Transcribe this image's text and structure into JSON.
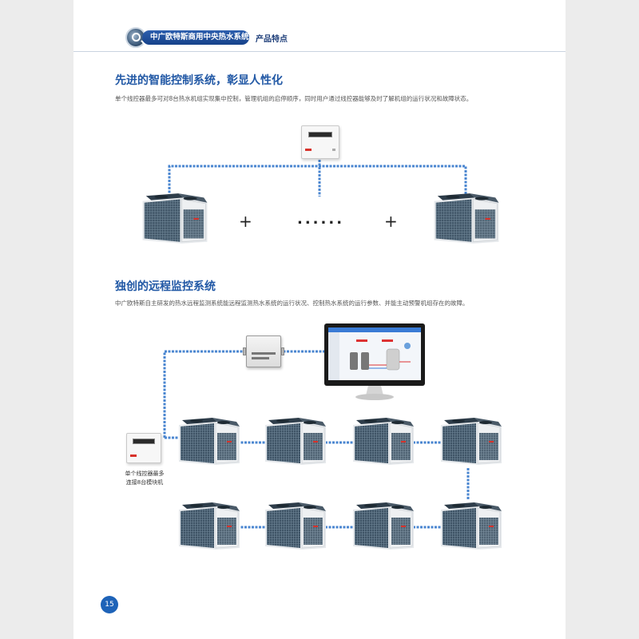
{
  "header": {
    "series_title": "中广欧特斯商用中央热水系统",
    "section_tag": "产品特点"
  },
  "section1": {
    "title": "先进的智能控制系统，彰显人性化",
    "desc": "单个线控器最多可对8台热水机组实现集中控制，管理机组的启停顺序，同时用户通过线控器能够及时了解机组的运行状况和故障状态。",
    "plus_symbol": "+",
    "ellipsis": "......"
  },
  "section2": {
    "title": "独创的远程监控系统",
    "desc": "中广欧特斯自主研发的热水远程监测系统能远程监测热水系统的运行状况、控制热水系统的运行参数、并能主动预警机组存在的故障。",
    "controller_caption_line1": "单个线控器最多",
    "controller_caption_line2": "连接8台模块机"
  },
  "page_number": "15",
  "colors": {
    "accent": "#2158a5",
    "wire": "#4a86d0",
    "page_number_bg": "#1e63b8",
    "brand_red": "#d8322b"
  }
}
